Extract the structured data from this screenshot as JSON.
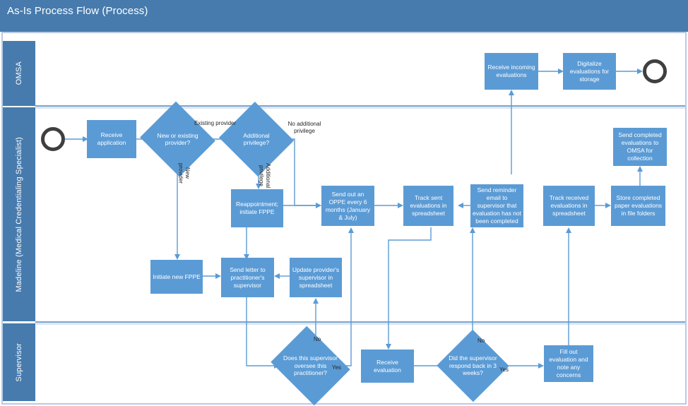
{
  "header": {
    "title": "As-Is Process Flow (Process)",
    "bar_color": "#477BAD"
  },
  "theme": {
    "node_fill": "#5B9BD5",
    "connector": "#5B9BD5",
    "endpoint_stroke": "#3F3F3F",
    "frame_border": "#B8CCE4"
  },
  "lanes": [
    {
      "id": "omsa",
      "label": "OMSA"
    },
    {
      "id": "madeline",
      "label": "Madeline (Medical Credentialing Specialist)"
    },
    {
      "id": "supervisor",
      "label": "Supervisor"
    }
  ],
  "nodes": {
    "receive_incoming_evaluations": "Receive incoming evaluations",
    "digitalize_evaluations": "Digitalize evaluations for storage",
    "receive_application": "Receive application",
    "new_or_existing_provider": "New or existing provider?",
    "additional_privilege": "Additional privilege?",
    "reappointment_initiate_fppe": "Reappointment; initiate FPPE",
    "send_out_oppe": "Send out an OPPE every 6 months (January & July)",
    "track_sent_evaluations": "Track sent evaluations in spreadsheet",
    "send_reminder_email": "Send reminder email to supervisor that evaluation has not been completed",
    "track_received_evaluations": "Track received evaluations in spreadsheet",
    "store_completed_paper": "Store completed paper evaluations in file folders",
    "send_completed_to_omsa": "Send completed evaluations to OMSA for collection",
    "initiate_new_fppe": "Initiate new FPPE",
    "send_letter_to_supervisor": "Send letter to practitioner's supervisor",
    "update_provider_supervisor": "Update provider's supervisor in spreadsheet",
    "does_supervisor_oversee": "Does this supervisor oversee this practitioner?",
    "receive_evaluation": "Receive evaluation",
    "did_supervisor_respond": "Did the supervisor respond back in 3 weeks?",
    "fill_out_evaluation": "Fill out evaluation and note any concerns"
  },
  "edge_labels": {
    "existing_provider": "Existing provider",
    "new_provider": "New provider",
    "no_additional_privilege": "No additional privilege",
    "additional_privilege": "Additional privilege",
    "oversee_no": "No",
    "oversee_yes": "Yes",
    "respond_no": "No",
    "respond_yes": "Yes"
  }
}
